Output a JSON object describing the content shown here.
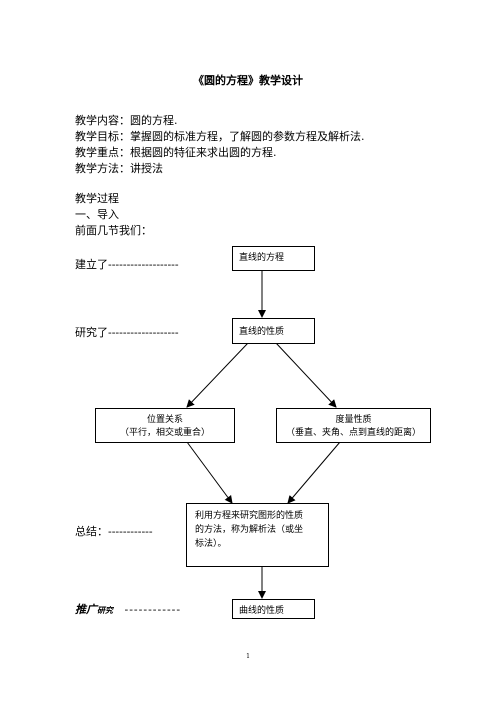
{
  "title": "《圆的方程》教学设计",
  "lines": {
    "content": "教学内容：圆的方程.",
    "goal": "教学目标：掌握圆的标准方程，了解圆的参数方程及解析法.",
    "focus": "教学重点：根据圆的特征来求出圆的方程.",
    "method": "教学方法：讲授法",
    "process": "教学过程",
    "intro": "一、导入",
    "prev": "前面几节我们："
  },
  "labels": {
    "established": "建立了-------------------",
    "studied": "研究了-------------------",
    "summary": "总结：------------",
    "extend_bold": "推广",
    "extend_rest": "研究",
    "extend_dash": "------------"
  },
  "boxes": {
    "line_equation": "直线的方程",
    "line_property": "直线的性质",
    "position_title": "位置关系",
    "position_sub": "（平行，相交或重合）",
    "metric_title": "度量性质",
    "metric_sub": "（垂直、夹角、点到直线的距离）",
    "method_line1": "利用方程来研究图形的性质",
    "method_line2": "的方法，称为解析法（或坐",
    "method_line3": "标法）。",
    "curve_property": "曲线的性质"
  },
  "page_number": "1"
}
